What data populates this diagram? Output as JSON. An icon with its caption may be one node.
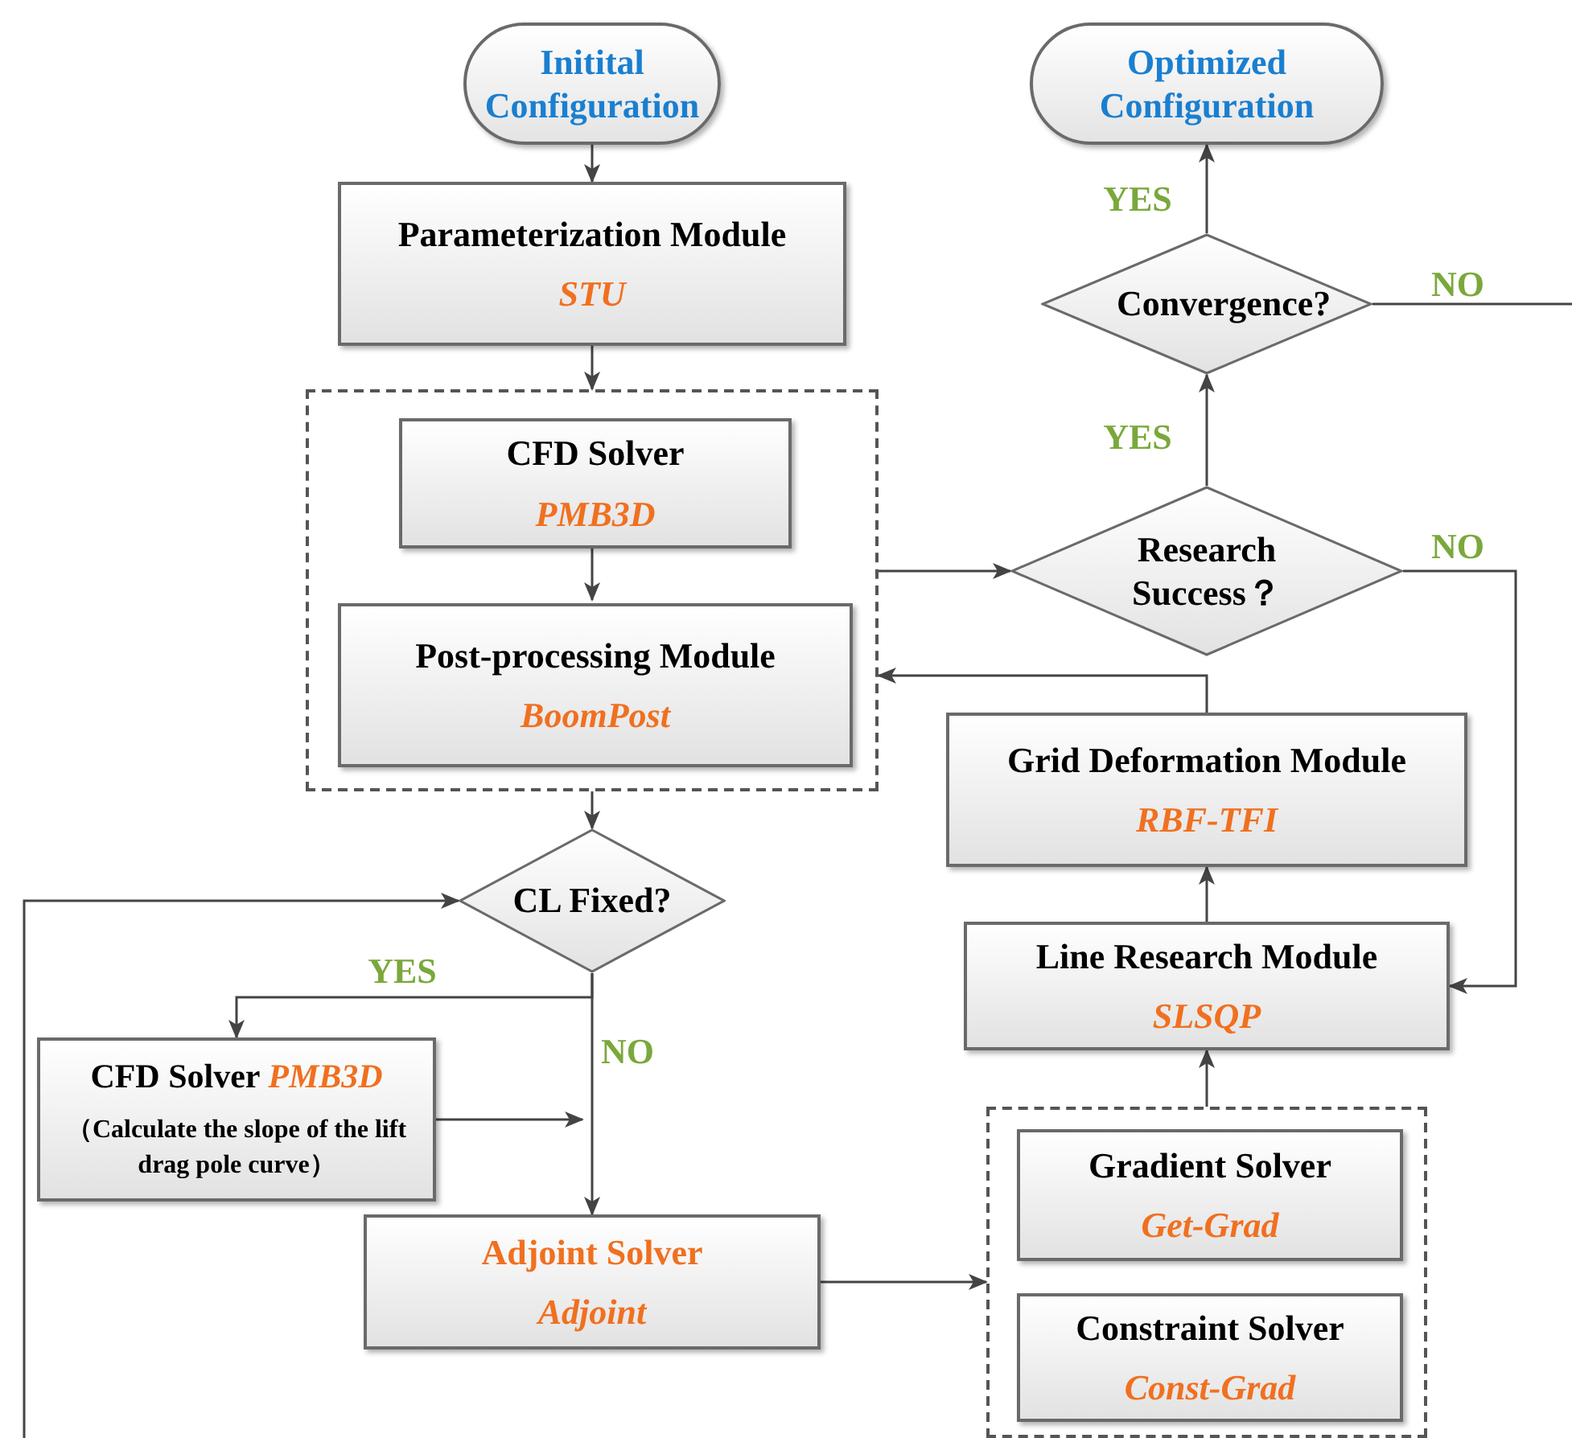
{
  "diagram": {
    "nodes": [
      {
        "text": [
          "Initital Configuration"
        ]
      },
      {
        "text": [
          "Parameterization Module",
          "STU"
        ]
      },
      {
        "text": [],
        "shape": "box"
      },
      {
        "text": [
          "CFD Solver",
          "PMB3D"
        ],
        "in": 2
      },
      {
        "text": [
          "Post-processing Module",
          "BoomPost"
        ],
        "in": 2
      },
      {
        "text": [
          "CL Fixed?"
        ]
      },
      {
        "text": [
          "CFD Solver *PMB3D*",
          "（Calculate the slope of the lift drag pole curve）"
        ]
      },
      {
        "text": [
          "Adjoint Solver",
          "Adjoint"
        ]
      },
      {
        "text": [],
        "shape": "box"
      },
      {
        "text": [
          "Gradient Solver",
          "Get-Grad"
        ],
        "in": 8
      },
      {
        "text": [
          "Constraint Solver",
          "Const-Grad"
        ],
        "in": 8
      },
      {
        "text": [
          "Line Research Module",
          "SLSQP"
        ]
      },
      {
        "text": [
          "Grid Deformation Module",
          "RBF-TFI"
        ]
      },
      {
        "text": [
          "Research Success？"
        ]
      },
      {
        "text": [
          "Convergence?"
        ]
      },
      {
        "text": [
          "Optimized Configuration"
        ]
      }
    ],
    "edges": [
      {
        "from": 0,
        "to": 1,
        "arrow": "to"
      },
      {
        "from": 1,
        "to": 2,
        "arrow": "to"
      },
      {
        "from": 3,
        "to": 4,
        "arrow": "to"
      },
      {
        "from": 2,
        "to": 5,
        "arrow": "to"
      },
      {
        "from": 5,
        "to": 6,
        "arrow": "to",
        "label": "YES"
      },
      {
        "from": 5,
        "to": 7,
        "arrow": "to",
        "label": "NO"
      },
      {
        "from": 6,
        "to": 7,
        "arrow": "to"
      },
      {
        "from": 7,
        "to": 8,
        "arrow": "to"
      },
      {
        "from": 8,
        "to": 11,
        "arrow": "to"
      },
      {
        "from": 11,
        "to": 12,
        "arrow": "to"
      },
      {
        "from": 12,
        "to": 2,
        "arrow": "to"
      },
      {
        "from": 2,
        "to": 13,
        "arrow": "to"
      },
      {
        "from": 13,
        "to": 11,
        "arrow": "to",
        "label": "NO"
      },
      {
        "from": 13,
        "to": 14,
        "arrow": "to",
        "label": "YES"
      },
      {
        "from": 14,
        "to": 15,
        "arrow": "to",
        "label": "YES"
      },
      {
        "from": 14,
        "to": null,
        "arrow": "none",
        "label": "NO"
      },
      {
        "from": null,
        "to": 5,
        "arrow": "to"
      }
    ]
  }
}
